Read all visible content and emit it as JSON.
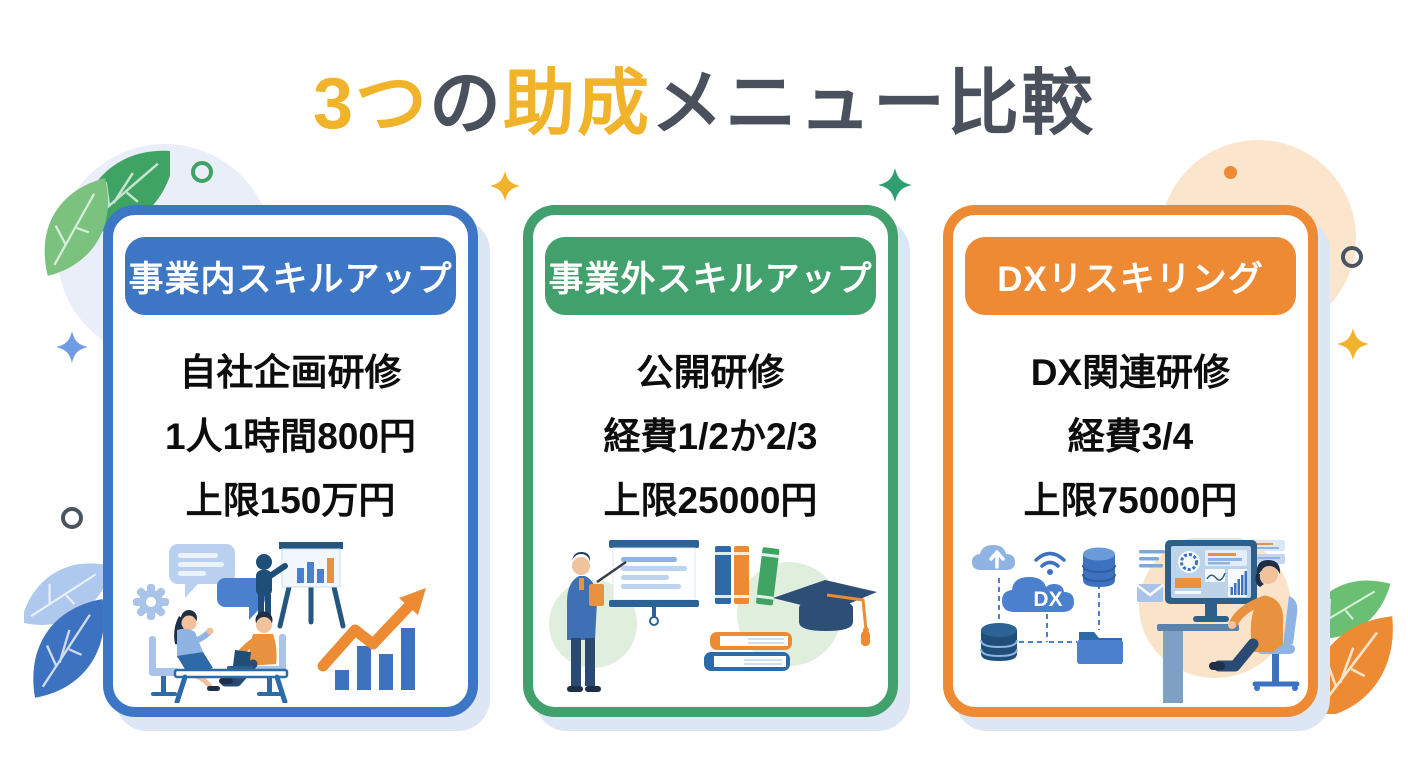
{
  "title": {
    "full": "3つの助成メニュー比較",
    "seg_3tsu": "3つ",
    "seg_no": "の",
    "seg_josei": "助成",
    "seg_menu_hikaku": "メニュー比較"
  },
  "colors": {
    "title_gold": "#f0b32a",
    "title_gray": "#4a515c",
    "card_blue": "#3d76c4",
    "card_green": "#41a06b",
    "card_orange": "#ee8a33",
    "card_shadow": "#dde6f4",
    "body_text": "#0d0d0d"
  },
  "cards": [
    {
      "id": "jigyounai-skillup",
      "accent": "#3d76c4",
      "badge": "事業内スキルアップ",
      "line1": "自社企画研修",
      "line2": "1人1時間800円",
      "line3": "上限150万円",
      "illustration": "team-meeting-presentation-growth-chart"
    },
    {
      "id": "jigyougai-skillup",
      "accent": "#41a06b",
      "badge": "事業外スキルアップ",
      "line1": "公開研修",
      "line2": "経費1/2か2/3",
      "line3": "上限25000円",
      "illustration": "lecturer-books-graduation-cap"
    },
    {
      "id": "dx-reskilling",
      "accent": "#ee8a33",
      "badge": "DXリスキリング",
      "line1": "DX関連研修",
      "line2": "経費3/4",
      "line3": "上限75000円",
      "illustration": "dx-cloud-data-workstation",
      "cloud_label": "DX"
    }
  ]
}
